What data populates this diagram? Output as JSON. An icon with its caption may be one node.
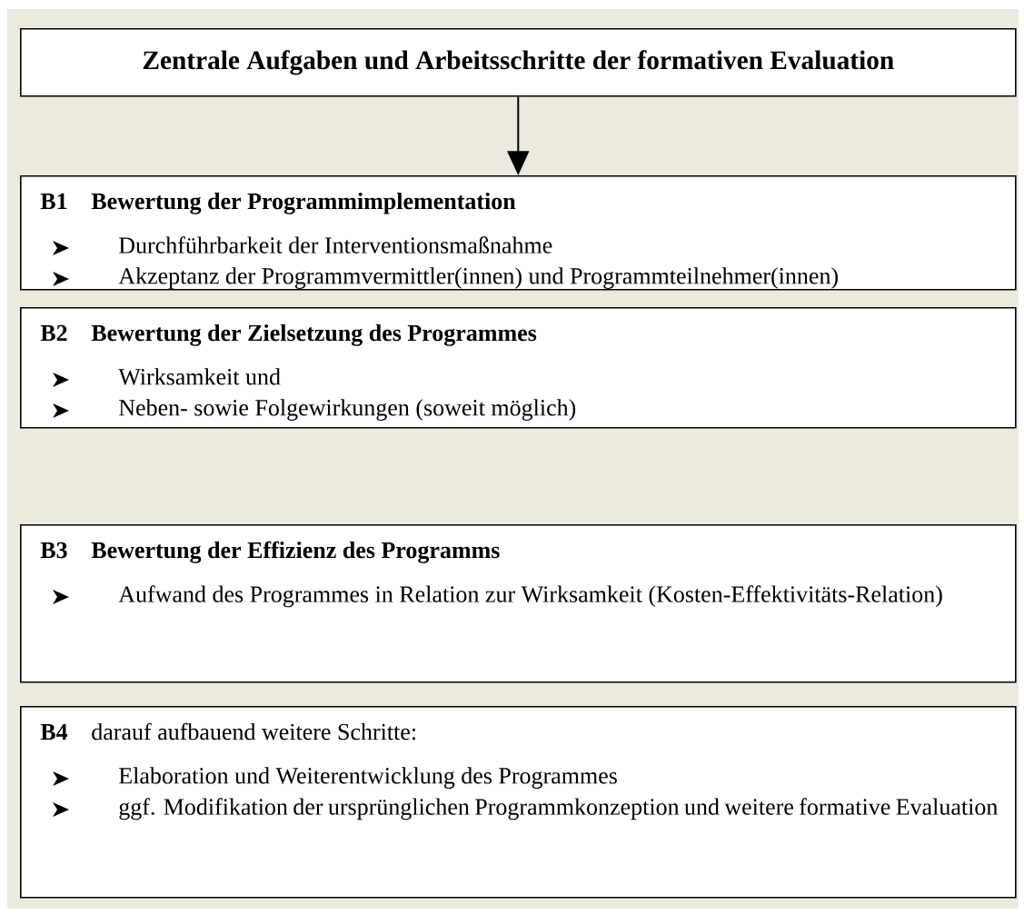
{
  "diagram": {
    "nodes": [
      {
        "text": [
          "Zentrale Aufgaben und Arbeitsschritte der formativen Evaluation"
        ]
      },
      {
        "text": [
          "B1",
          "Bewertung der Programmimplementation",
          "Durchführbarkeit der Interventionsmaßnahme",
          "Akzeptanz der Programmvermittler(innen) und Programmteilnehmer(innen)"
        ]
      },
      {
        "text": [
          "B2",
          "Bewertung der Zielsetzung des Programmes",
          "Wirksamkeit und",
          "Neben- sowie Folgewirkungen (soweit möglich)"
        ]
      },
      {
        "text": [
          "B3",
          "Bewertung der Effizienz des Programms",
          "Aufwand des Programmes in Relation zur Wirksamkeit (Kosten-Effektivitäts-Relation)"
        ]
      },
      {
        "text": [
          "B4",
          "darauf aufbauend weitere Schritte:",
          "Elaboration und Weiterentwicklung des Programmes",
          "ggf. Modifikation der ursprünglichen Programmkonzeption und weitere formative Evaluation"
        ]
      }
    ],
    "edges": [
      {
        "from": 0,
        "to": 1,
        "arrow": "to"
      }
    ]
  }
}
